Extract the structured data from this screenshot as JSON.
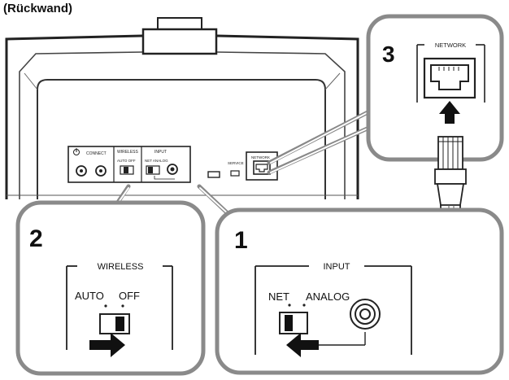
{
  "heading": "(Rückwand)",
  "callouts": {
    "network_step": "3",
    "wireless_step": "2",
    "input_step": "1"
  },
  "network_zoom": {
    "label": "NETWORK"
  },
  "wireless_zoom": {
    "label": "WIRELESS",
    "auto_label": "AUTO",
    "off_label": "OFF"
  },
  "input_zoom": {
    "label": "INPUT",
    "net_label": "NET",
    "analog_label": "ANALOG"
  },
  "panel_labels": {
    "connect": "CONNECT",
    "wireless": "WIRELESS",
    "auto_off": "AUTO  OFF",
    "input": "INPUT",
    "net_analog": "NET  ANALOG",
    "usb": "SERVICE",
    "network": "NETWORK"
  }
}
